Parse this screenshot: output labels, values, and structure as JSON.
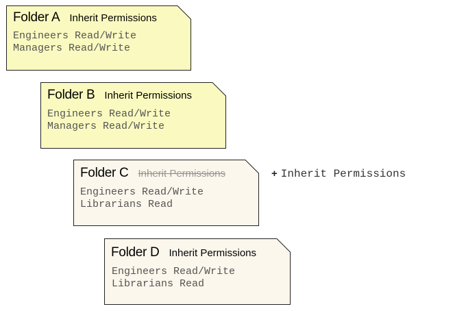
{
  "colors": {
    "active_fill": "#fafac0",
    "inactive_fill": "#fbf7ec",
    "border": "#222222",
    "permission_text": "#555555",
    "struck_text": "#9a9a9a"
  },
  "folders": [
    {
      "name": "Folder A",
      "inherit_label": "Inherit Permissions",
      "inherit_struck": false,
      "permissions": [
        "Engineers Read/Write",
        "Managers Read/Write"
      ]
    },
    {
      "name": "Folder B",
      "inherit_label": "Inherit Permissions",
      "inherit_struck": false,
      "permissions": [
        "Engineers Read/Write",
        "Managers Read/Write"
      ]
    },
    {
      "name": "Folder C",
      "inherit_label": "Inherit Permissions",
      "inherit_struck": true,
      "permissions": [
        "Engineers Read/Write",
        "Librarians Read"
      ]
    },
    {
      "name": "Folder D",
      "inherit_label": "Inherit Permissions",
      "inherit_struck": false,
      "permissions": [
        "Engineers Read/Write",
        "Librarians Read"
      ]
    }
  ],
  "side_note": {
    "symbol": "+",
    "text": "Inherit Permissions"
  }
}
